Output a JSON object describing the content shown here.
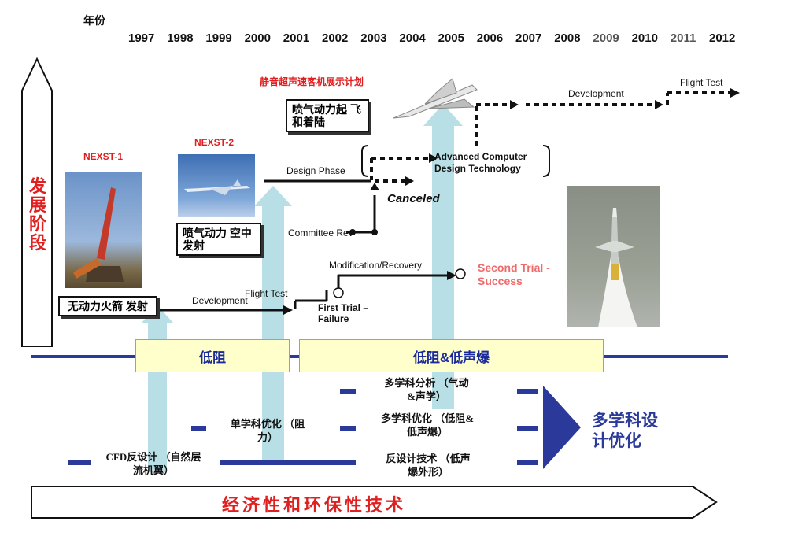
{
  "header": {
    "year_label": "年份",
    "years": [
      "1997",
      "1998",
      "1999",
      "2000",
      "2001",
      "2002",
      "2003",
      "2004",
      "2005",
      "2006",
      "2007",
      "2008",
      "2009",
      "2010",
      "2011",
      "2012"
    ],
    "future_years": [
      "2009",
      "2011"
    ]
  },
  "left_axis": {
    "label": "发展阶段"
  },
  "bottom_axis": {
    "label": "经济性和环保性技术"
  },
  "programs": {
    "nexst1": {
      "title": "NEXST-1",
      "caption": "无动力火箭 发射"
    },
    "nexst2": {
      "title": "NEXST-2",
      "caption": "喷气动力 空中发射"
    },
    "quiet": {
      "title": "静音超声速客机展示计划",
      "caption": "喷气动力起 飞和着陆"
    }
  },
  "timeline": {
    "development_1": "Development",
    "flight_test_1": "Flight Test",
    "first_trial": "First Trial – Failure",
    "modification": "Modification/Recovery",
    "second_trial": "Second Trial - Success",
    "design_phase": "Design Phase",
    "committee": "Committee Rev",
    "canceled": "Canceled",
    "adv_tech": "Advanced Computer Design Technology",
    "development_2": "Development",
    "flight_test_2": "Flight Test"
  },
  "bands": {
    "low_drag": "低阻",
    "low_drag_boom": "低阻&低声爆"
  },
  "methods": {
    "cfd_inverse": "CFD反设计 （自然层流机翼）",
    "single_opt": "单学科优化 （阻力）",
    "multi_analysis": "多学科分析 （气动&声学）",
    "multi_opt": "多学科优化 （低阻&低声爆）",
    "inverse_tech": "反设计技术 （低声爆外形）",
    "mdo": "多学科设 计优化"
  },
  "colors": {
    "band_fill": "#ffffcc",
    "arrow_light": "#b8dfe6",
    "navy": "#2b3a9a",
    "red": "#e02020"
  }
}
